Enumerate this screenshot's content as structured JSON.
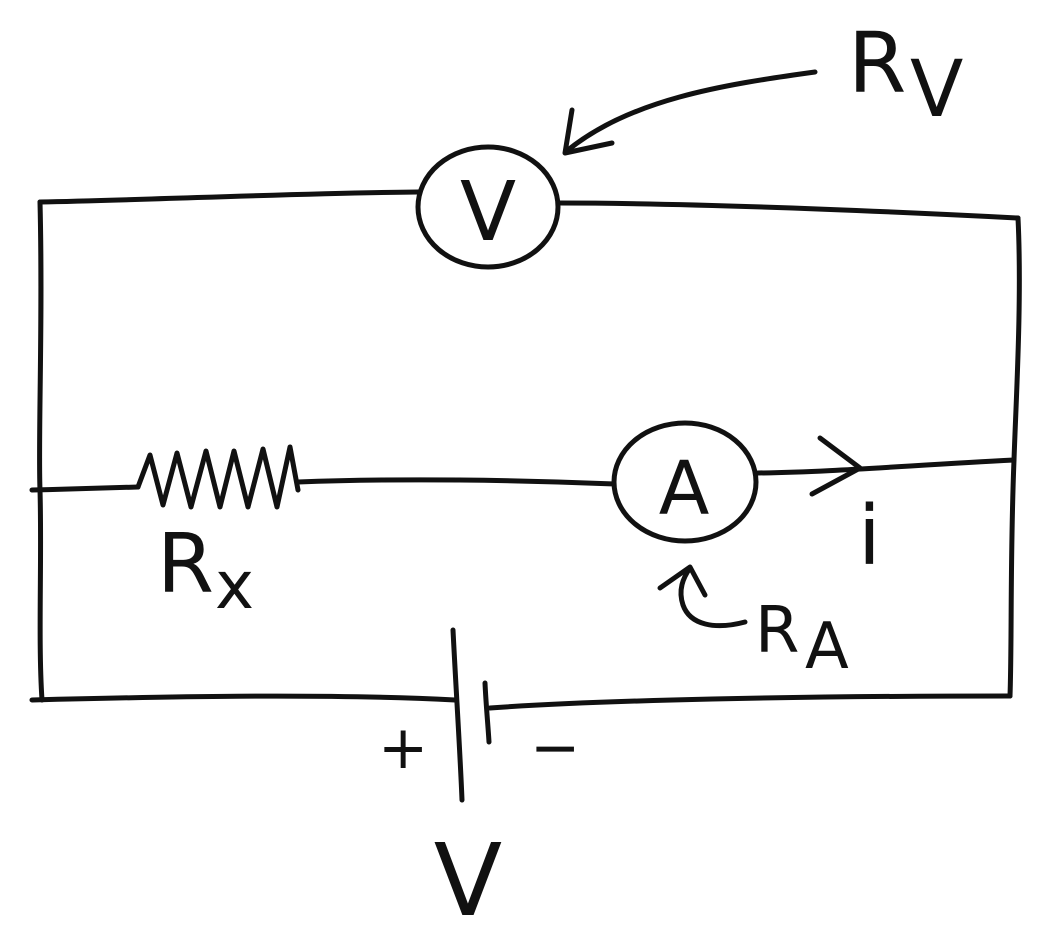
{
  "labels": {
    "voltmeter_symbol": "V",
    "ammeter_symbol": "A",
    "rv_main": "R",
    "rv_sub": "V",
    "rx_main": "R",
    "rx_sub": "x",
    "ra_main": "R",
    "ra_sub": "A",
    "current": "i",
    "battery_plus": "+",
    "battery_minus": "−",
    "battery_voltage": "V"
  },
  "colors": {
    "ink": "#111111",
    "background": "#ffffff"
  }
}
